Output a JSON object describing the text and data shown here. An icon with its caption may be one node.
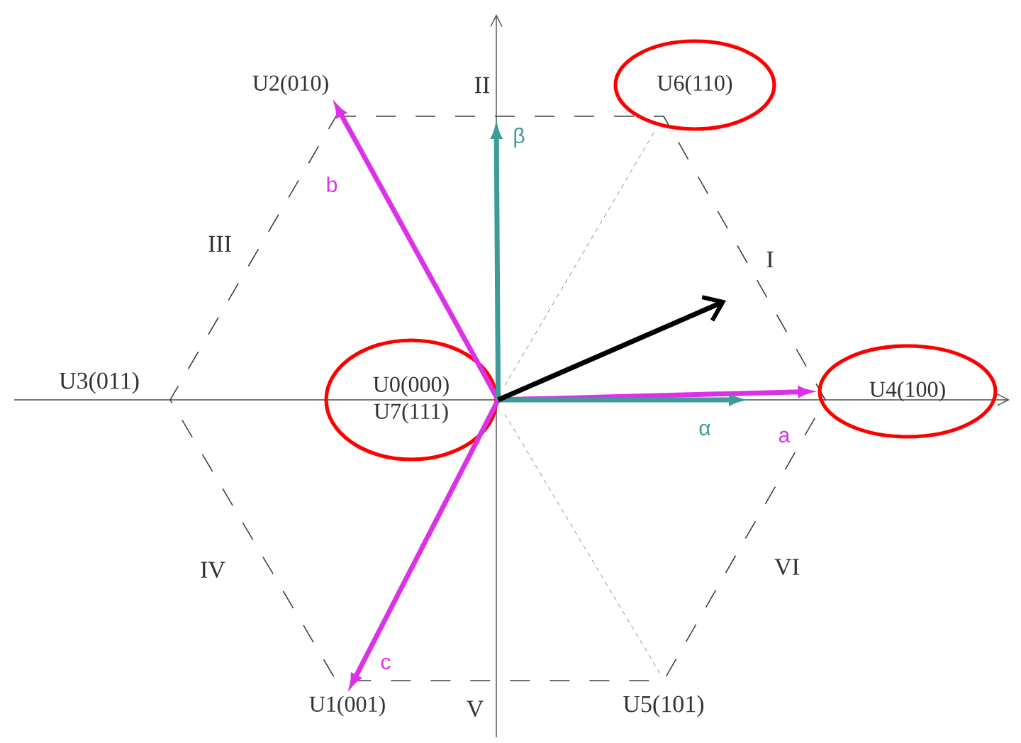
{
  "diagram": {
    "nodes": [
      {
        "text": [
          "U0(000)",
          "U7(111)"
        ]
      },
      {
        "text": [
          "U6(110)"
        ]
      },
      {
        "text": [
          "U4(100)"
        ]
      },
      {
        "text": [
          "U2(010)"
        ]
      },
      {
        "text": [
          "U1(001)"
        ]
      }
    ],
    "edges": [
      {
        "from": 0,
        "to": 2,
        "arrow": "to",
        "label": "a"
      },
      {
        "from": 0,
        "to": 3,
        "arrow": "to",
        "label": "b"
      },
      {
        "from": 0,
        "to": 4,
        "arrow": "to",
        "label": "c"
      },
      {
        "from": 0,
        "to": null,
        "arrow": "to",
        "label": "α",
        "color": "#3c9c9a"
      },
      {
        "from": 0,
        "to": null,
        "arrow": "to",
        "label": "β",
        "color": "#3c9c9a"
      },
      {
        "from": 0,
        "to": null,
        "arrow": "to",
        "color": "#000000"
      }
    ],
    "labels": [
      "II",
      "III",
      "I",
      "U3(011)",
      "IV",
      "VI",
      "V",
      "U5(101)"
    ]
  }
}
